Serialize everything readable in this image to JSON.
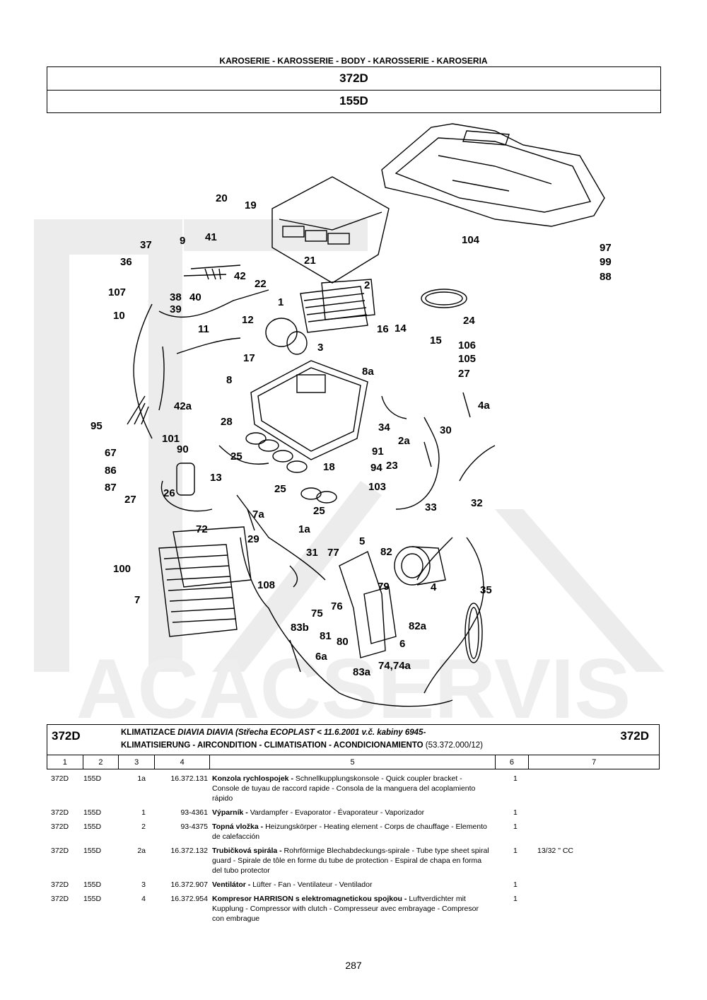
{
  "header": {
    "caption": "KAROSERIE - KAROSSERIE - BODY - KAROSSERIE - KAROSERIA",
    "model_1": "372D",
    "model_2": "155D"
  },
  "watermark": "ACACSERVIS",
  "diagram_labels": [
    "20",
    "19",
    "104",
    "97",
    "99",
    "88",
    "41",
    "9",
    "37",
    "36",
    "107",
    "21",
    "42",
    "22",
    "38",
    "40",
    "39",
    "1",
    "2",
    "10",
    "24",
    "12",
    "11",
    "16",
    "14",
    "15",
    "106",
    "105",
    "27",
    "17",
    "3",
    "8",
    "8a",
    "4a",
    "42a",
    "95",
    "28",
    "101",
    "67",
    "90",
    "86",
    "87",
    "25",
    "34",
    "30",
    "2a",
    "91",
    "23",
    "94",
    "103",
    "18",
    "13",
    "26",
    "27",
    "25",
    "7a",
    "1a",
    "25",
    "33",
    "32",
    "72",
    "29",
    "31",
    "77",
    "5",
    "82",
    "100",
    "108",
    "79",
    "4",
    "35",
    "7",
    "75",
    "76",
    "83b",
    "82a",
    "81",
    "80",
    "6",
    "6a",
    "83a",
    "74,74a"
  ],
  "table": {
    "code_left": "372D",
    "code_right": "372D",
    "title_line1_bold": "KLIMATIZACE ",
    "title_line1_italic": "DIAVIA DIAVIA (Střecha ECOPLAST < 11.6.2001 v.č. kabiny 6945-",
    "title_line2_bold": "KLIMATISIERUNG - AIRCONDITION - CLIMATISATION - ACONDICIONAMIENTO",
    "title_line2_code": " (53.372.000/12)",
    "columns": [
      "1",
      "2",
      "3",
      "4",
      "5",
      "6",
      "7"
    ],
    "rows": [
      {
        "c1": "372D",
        "c2": "155D",
        "pos": "1a",
        "part": "16.372.131",
        "name": "Konzola rychlospojek - ",
        "desc": "Schnellkupplungskonsole - Quick coupler bracket - Console de tuyau de raccord rapide - Consola de la manguera del acoplamiento rápido",
        "qty": "1",
        "note": ""
      },
      {
        "c1": "372D",
        "c2": "155D",
        "pos": "1",
        "part": "93-4361",
        "name": "Výparník - ",
        "desc": "Vardampfer - Evaporator - Évaporateur - Vaporizador",
        "qty": "1",
        "note": ""
      },
      {
        "c1": "372D",
        "c2": "155D",
        "pos": "2",
        "part": "93-4375",
        "name": "Topná vložka - ",
        "desc": "Heizungskörper - Heating element - Corps de chauffage - Elemento de calefacción",
        "qty": "1",
        "note": ""
      },
      {
        "c1": "372D",
        "c2": "155D",
        "pos": "2a",
        "part": "16.372.132",
        "name": "Trubičková spirála - ",
        "desc": "Rohrförmige Blechabdeckungs-spirale - Tube type sheet spiral guard - Spirale de tôle en forme du tube de protection - Espiral de chapa en forma del tubo protector",
        "qty": "1",
        "note": "13/32 \" CC"
      },
      {
        "c1": "372D",
        "c2": "155D",
        "pos": "3",
        "part": "16.372.907",
        "name": "Ventilátor - ",
        "desc": "Lüfter - Fan - Ventilateur - Ventilador",
        "qty": "1",
        "note": ""
      },
      {
        "c1": "372D",
        "c2": "155D",
        "pos": "4",
        "part": "16.372.954",
        "name": "Kompresor HARRISON s elektromagnetickou spojkou - ",
        "desc": "Luftverdichter mit Kupplung  - Compressor with clutch - Compresseur avec embrayage - Compresor con embrague",
        "qty": "1",
        "note": ""
      }
    ]
  },
  "page_number": "287"
}
